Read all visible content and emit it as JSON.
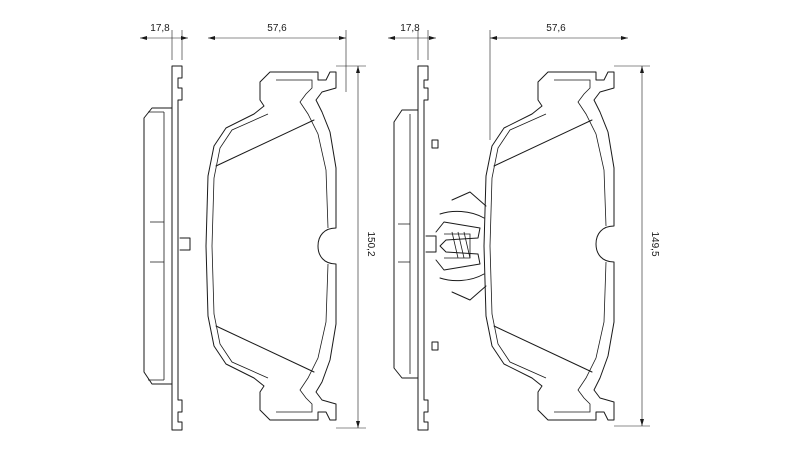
{
  "dimensions": {
    "pad1_backing_thickness": "17,8",
    "pad1_width": "57,6",
    "pad1_height": "150,2",
    "pad2_backing_thickness": "17,8",
    "pad2_width": "57,6",
    "pad2_height": "149,5"
  }
}
